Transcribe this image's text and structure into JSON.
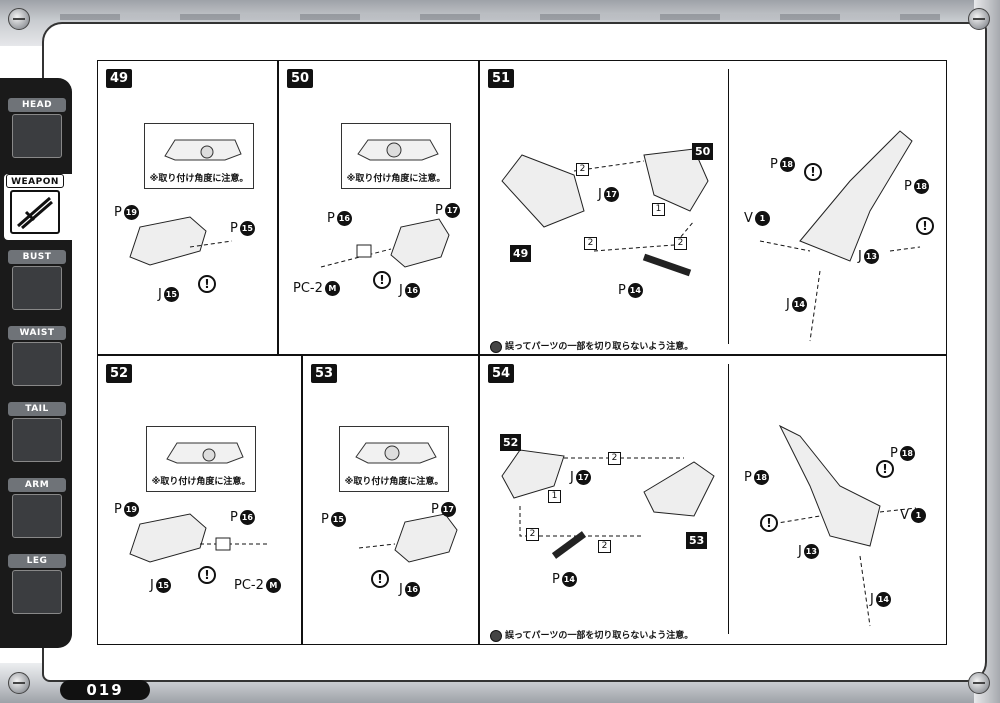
{
  "page_number": "019",
  "sidebar": {
    "tabs": [
      {
        "label": "HEAD",
        "active": false,
        "icon": "head-icon"
      },
      {
        "label": "WEAPON",
        "active": true,
        "icon": "weapon-icon"
      },
      {
        "label": "BUST",
        "active": false,
        "icon": "bust-icon"
      },
      {
        "label": "WAIST",
        "active": false,
        "icon": "waist-icon"
      },
      {
        "label": "TAIL",
        "active": false,
        "icon": "tail-icon"
      },
      {
        "label": "ARM",
        "active": false,
        "icon": "arm-icon"
      },
      {
        "label": "LEG",
        "active": false,
        "icon": "leg-icon"
      }
    ]
  },
  "steps": {
    "s49": {
      "number": "49",
      "callout": "※取り付け角度に注意。",
      "labels": {
        "p_main": "P",
        "p_main_num": "19",
        "p_side": "P",
        "p_side_num": "15",
        "j": "J",
        "j_num": "15"
      }
    },
    "s50": {
      "number": "50",
      "callout": "※取り付け角度に注意。",
      "labels": {
        "p_mid": "P",
        "p_mid_num": "16",
        "p_main": "P",
        "p_main_num": "17",
        "pc": "PC-2",
        "pc_tag": "M",
        "j": "J",
        "j_num": "16"
      }
    },
    "s51": {
      "number": "51",
      "tag_top": "50",
      "tag_bottom": "49",
      "note": "誤ってパーツの一部を切り取らないよう注意。",
      "labels": {
        "j": "J",
        "j_num": "17",
        "p": "P",
        "p_num": "14",
        "box1": "1",
        "box2a": "2",
        "box2b": "2",
        "box2c": "2"
      },
      "right": {
        "p18": "P",
        "p18_num": "18",
        "p18b": "P",
        "p18b_num": "18",
        "v": "V",
        "v_num": "1",
        "j13": "J",
        "j13_num": "13",
        "j14": "J",
        "j14_num": "14"
      }
    },
    "s52": {
      "number": "52",
      "callout": "※取り付け角度に注意。",
      "labels": {
        "p_main": "P",
        "p_main_num": "19",
        "p_side": "P",
        "p_side_num": "16",
        "j": "J",
        "j_num": "15",
        "pc": "PC-2",
        "pc_tag": "M"
      }
    },
    "s53": {
      "number": "53",
      "callout": "※取り付け角度に注意。",
      "labels": {
        "p_left": "P",
        "p_left_num": "15",
        "p_main": "P",
        "p_main_num": "17",
        "j": "J",
        "j_num": "16"
      }
    },
    "s54": {
      "number": "54",
      "tag_top": "52",
      "tag_bottom": "53",
      "note": "誤ってパーツの一部を切り取らないよう注意。",
      "labels": {
        "j": "J",
        "j_num": "17",
        "p": "P",
        "p_num": "14",
        "box1": "1",
        "box2a": "2",
        "box2b": "2",
        "box2c": "2"
      },
      "right": {
        "p18": "P",
        "p18_num": "18",
        "p18b": "P",
        "p18b_num": "18",
        "v": "V",
        "v_num": "1",
        "j13": "J",
        "j13_num": "13",
        "j14": "J",
        "j14_num": "14"
      }
    }
  },
  "warning_symbol": "!"
}
